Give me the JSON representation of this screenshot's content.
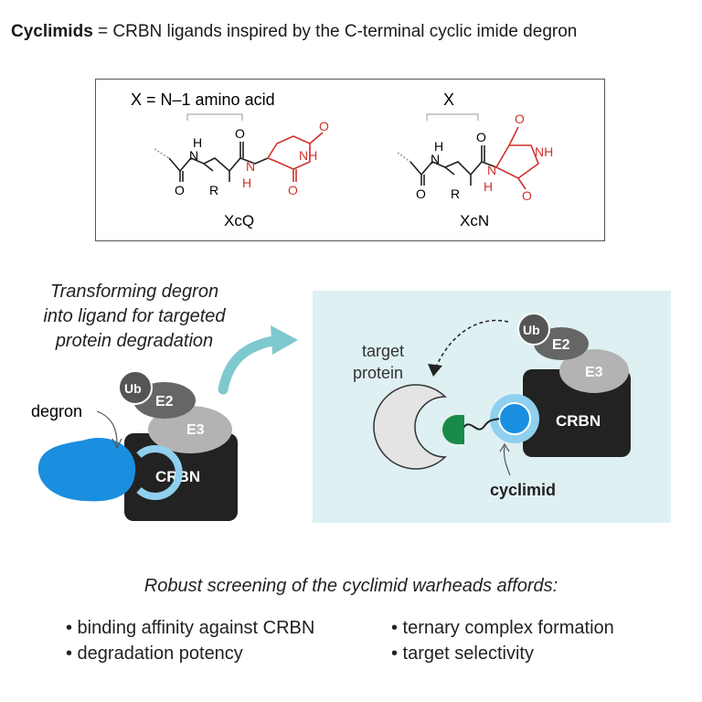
{
  "headline": {
    "bold": "Cyclimids",
    "rest": " = CRBN ligands inspired by the C-terminal cyclic imide degron"
  },
  "chem_box": {
    "left_label": "X = N–1 amino acid",
    "right_label": "X",
    "left_name": "XcQ",
    "right_name": "XcN",
    "atoms": {
      "H": "H",
      "N": "N",
      "O": "O",
      "R": "R",
      "NH": "NH"
    }
  },
  "left_panel": {
    "title_lines": [
      "Transforming degron",
      "into ligand for targeted",
      "protein degradation"
    ],
    "degron_label": "degron",
    "ub": "Ub",
    "e2": "E2",
    "e3": "E3",
    "crbn": "CRBN"
  },
  "right_panel": {
    "target_label_line1": "target",
    "target_label_line2": "protein",
    "ub": "Ub",
    "e2": "E2",
    "e3": "E3",
    "crbn": "CRBN",
    "cyclimid_label": "cyclimid"
  },
  "footer": {
    "lead": "Robust screening of the cyclimid warheads affords:",
    "bullets_left": [
      "• binding affinity against CRBN",
      "• degradation potency"
    ],
    "bullets_right": [
      "• ternary complex formation",
      "• target selectivity"
    ]
  },
  "colors": {
    "red": "#d0312d",
    "blue": "#1a8fe0",
    "light_blue": "#8fd0ee",
    "panel_bg": "#dff0f3",
    "teal_arrow": "#7ec9cf",
    "green": "#1a8a48",
    "dark": "#222222"
  }
}
